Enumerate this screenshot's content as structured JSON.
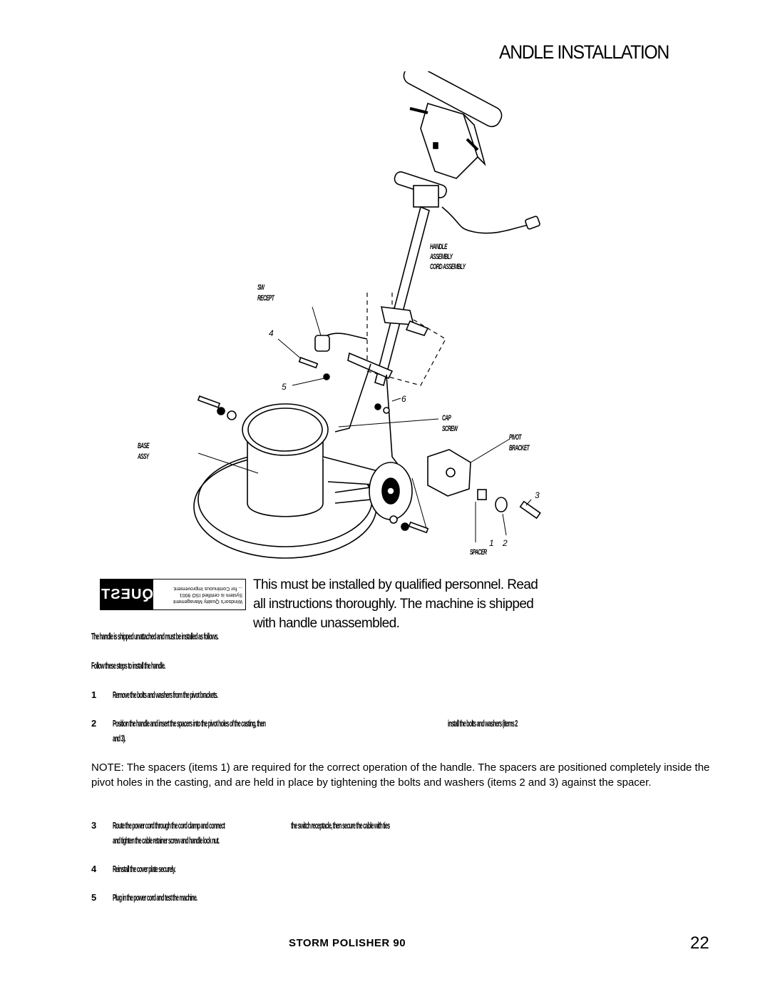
{
  "page": {
    "title": "ANDLE INSTALLATION",
    "page_number": "22",
    "footer": "STORM POLISHER 90"
  },
  "diagram": {
    "callouts": [
      "4",
      "5",
      "6",
      "3",
      "1",
      "2"
    ],
    "small_labels": {
      "label_a_line1": "HANDLE",
      "label_a_line2": "ASSEMBLY",
      "label_a_line3": "CORD ASSEMBLY",
      "label_b_line1": "SW",
      "label_b_line2": "RECEPT",
      "label_c_line1": "CAP",
      "label_c_line2": "SCREW",
      "label_d_line1": "BASE",
      "label_d_line2": "ASSY",
      "label_e_line1": "PIVOT",
      "label_e_line2": "BRACKET",
      "label_f": "SPACER"
    }
  },
  "warning": {
    "text": "This must be installed by qualified personnel. Read all instructions thoroughly. The machine is shipped with handle unassembled."
  },
  "quality_mark": {
    "logo": "QUEST",
    "line1": "Windsor's Quality Management System is certified ISO 9001",
    "line2": "... for Continuous Improvement."
  },
  "body_lines": {
    "intro": "The handle is shipped unattached and must be installed as follows.",
    "follow": "Follow these steps to install the handle."
  },
  "steps": [
    {
      "num": "1",
      "text": "Remove the bolts and washers from the pivot brackets."
    },
    {
      "num": "2",
      "text": "Position the handle and insert the spacers into the pivot holes of the casting, then",
      "tail": "install the bolts and washers (items 2",
      "cont": "and 3)."
    },
    {
      "num": "3",
      "text": "Route the power cord through the cord clamp and connect",
      "tail": "the switch receptacle, then secure the cable with ties",
      "cont": "and tighten the cable retainer screw and handle lock nut."
    },
    {
      "num": "4",
      "text": "Reinstall the cover plate securely."
    },
    {
      "num": "5",
      "text": "Plug in the power cord and test the machine."
    }
  ],
  "note": {
    "text": "NOTE:   The spacers (items 1) are required for the correct operation of the handle.  The spacers are positioned completely inside the pivot holes in the casting, and are held in place by tightening the bolts and washers (items 2 and 3) against the spacer."
  }
}
